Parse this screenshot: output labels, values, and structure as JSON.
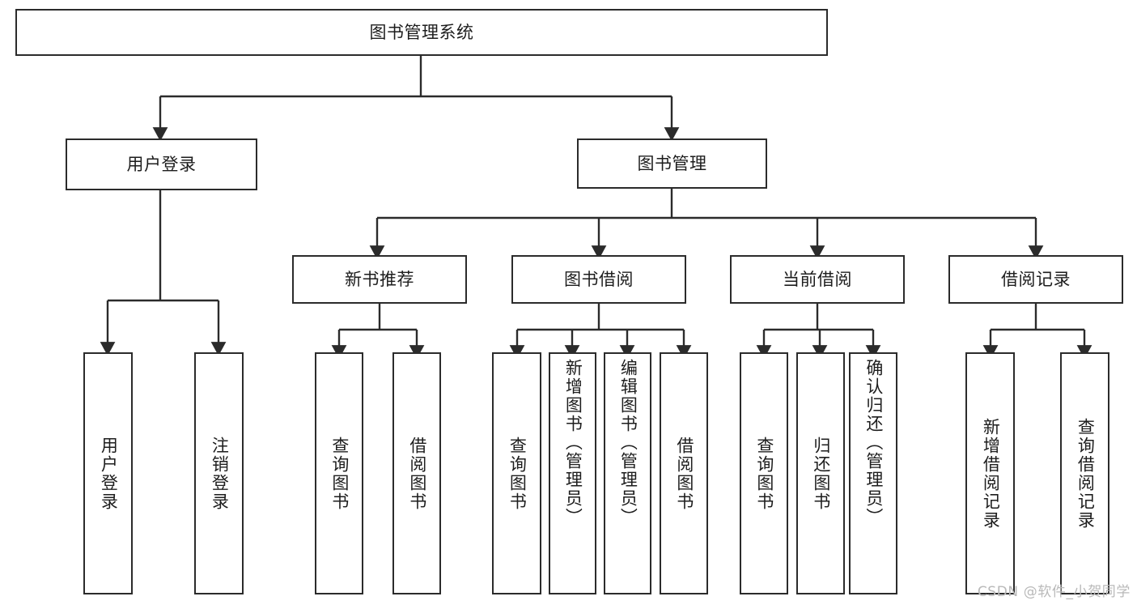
{
  "diagram": {
    "title": "图书管理系统",
    "type": "tree",
    "watermark": "CSDN @软件_小贺同学",
    "colors": {
      "stroke": "#2b2b2b",
      "fill": "#ffffff",
      "text": "#1d1d1d",
      "watermark": "#b9b9b9"
    },
    "levels": {
      "root": {
        "label": "图书管理系统"
      },
      "level2": [
        {
          "label": "用户登录"
        },
        {
          "label": "图书管理"
        }
      ],
      "level3": [
        {
          "label": "新书推荐"
        },
        {
          "label": "图书借阅"
        },
        {
          "label": "当前借阅"
        },
        {
          "label": "借阅记录"
        }
      ],
      "leaves": {
        "user_login": [
          {
            "label": "用户登录"
          },
          {
            "label": "注销登录"
          }
        ],
        "new_book": [
          {
            "label": "查询图书"
          },
          {
            "label": "借阅图书"
          }
        ],
        "borrow_book": [
          {
            "label": "查询图书"
          },
          {
            "label": "新增图书（管理员）"
          },
          {
            "label": "编辑图书（管理员）"
          },
          {
            "label": "借阅图书"
          }
        ],
        "current_borrow": [
          {
            "label": "查询图书"
          },
          {
            "label": "归还图书"
          },
          {
            "label": "确认归还（管理员）"
          }
        ],
        "borrow_record": [
          {
            "label": "新增借阅记录"
          },
          {
            "label": "查询借阅记录"
          }
        ]
      }
    }
  }
}
